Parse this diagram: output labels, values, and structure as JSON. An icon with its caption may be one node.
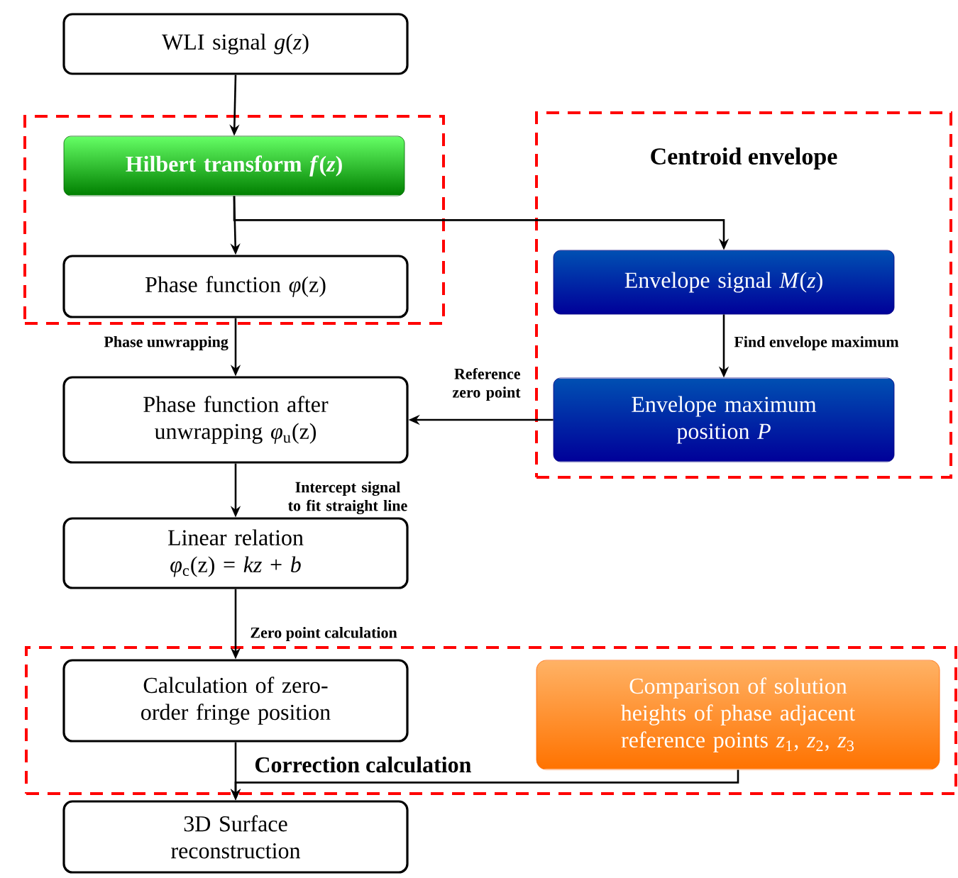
{
  "diagram": {
    "nodes": [
      {
        "text": [
          "WLI signal *g*(*z*)"
        ]
      },
      {
        "text": [],
        "shape": "box"
      },
      {
        "text": [
          "Hilbert transform *f*(*z*)"
        ],
        "in": 1
      },
      {
        "text": [
          "Phase function *φ*(z)"
        ],
        "in": 1
      },
      {
        "text": [
          "Centroid envelope"
        ]
      },
      {
        "text": [
          "Envelope signal *M*(*z*)"
        ],
        "in": 4
      },
      {
        "text": [
          "Envelope maximum position *P*"
        ],
        "in": 4
      },
      {
        "text": [
          "Phase function after unwrapping *φ*$_{u}$(z)"
        ]
      },
      {
        "text": [
          "Linear relation *φ*$_{c}$(z) = *kz* + *b*"
        ]
      },
      {
        "text": [],
        "shape": "box"
      },
      {
        "text": [
          "Calculation of zero-order fringe position"
        ],
        "in": 9
      },
      {
        "text": [
          "Comparison of solution heights of phase adjacent reference points *z*$_{1}$, *z*$_{2}$, *z*$_{3}$"
        ],
        "in": 9
      },
      {
        "text": [
          "3D Surface reconstruction"
        ]
      }
    ],
    "edges": [
      {
        "from": 0,
        "to": 2,
        "arrow": "to"
      },
      {
        "from": 2,
        "to": 3,
        "arrow": "to"
      },
      {
        "from": 2,
        "to": 5,
        "arrow": "to"
      },
      {
        "from": 3,
        "to": 7,
        "arrow": "to",
        "label": "Phase unwrapping"
      },
      {
        "from": 5,
        "to": 6,
        "arrow": "to",
        "label": "Find envelope maximum"
      },
      {
        "from": 6,
        "to": 7,
        "arrow": "to",
        "label": "Reference zero point"
      },
      {
        "from": 7,
        "to": 8,
        "arrow": "to",
        "label": "Intercept signal to fit straight line"
      },
      {
        "from": 8,
        "to": 10,
        "arrow": "to",
        "label": "Zero point calculation"
      },
      {
        "from": 10,
        "to": 12,
        "arrow": "to"
      },
      {
        "from": 11,
        "to": 12,
        "arrow": "to",
        "label": "Correction calculation"
      }
    ]
  }
}
